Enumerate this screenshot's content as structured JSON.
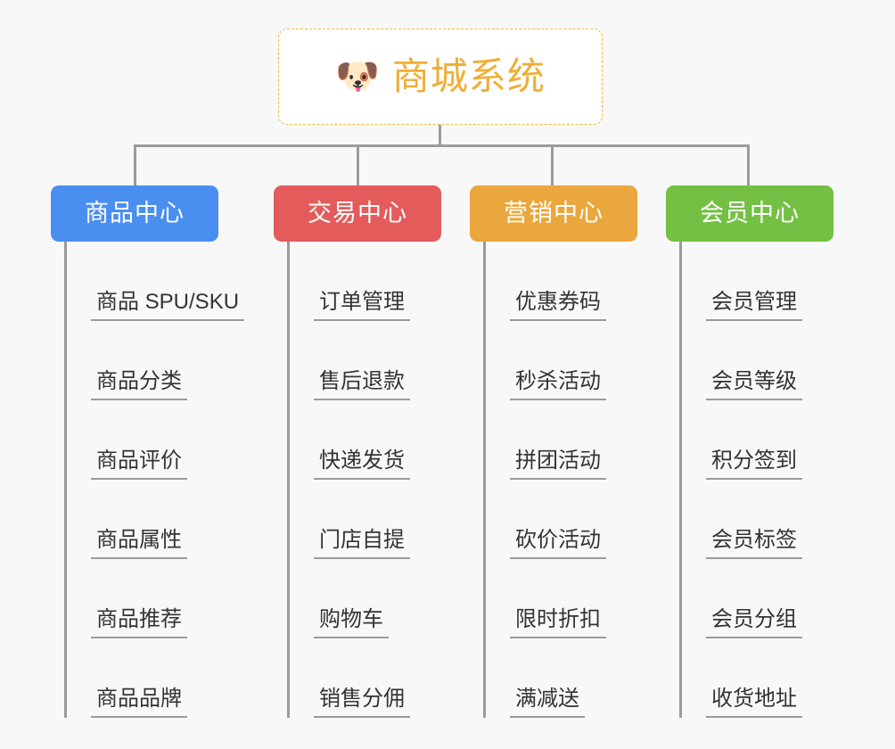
{
  "background_color": "#f8f8f8",
  "connector_color": "#9b9b9b",
  "root": {
    "icon": "shiba-dog-face-emoji",
    "emoji": "🐶",
    "title": "商城系统",
    "text_color": "#efae35",
    "border_color": "#efb83c",
    "background": "#ffffff"
  },
  "columns": [
    {
      "id": "product-center",
      "title": "商品中心",
      "color": "#4a8ef0",
      "items": [
        "商品 SPU/SKU",
        "商品分类",
        "商品评价",
        "商品属性",
        "商品推荐",
        "商品品牌"
      ]
    },
    {
      "id": "trade-center",
      "title": "交易中心",
      "color": "#e35b5b",
      "items": [
        "订单管理",
        "售后退款",
        "快递发货",
        "门店自提",
        "购物车",
        "销售分佣"
      ]
    },
    {
      "id": "marketing-center",
      "title": "营销中心",
      "color": "#eaa73d",
      "items": [
        "优惠券码",
        "秒杀活动",
        "拼团活动",
        "砍价活动",
        "限时折扣",
        "满减送"
      ]
    },
    {
      "id": "member-center",
      "title": "会员中心",
      "color": "#74c044",
      "items": [
        "会员管理",
        "会员等级",
        "积分签到",
        "会员标签",
        "会员分组",
        "收货地址"
      ]
    }
  ]
}
